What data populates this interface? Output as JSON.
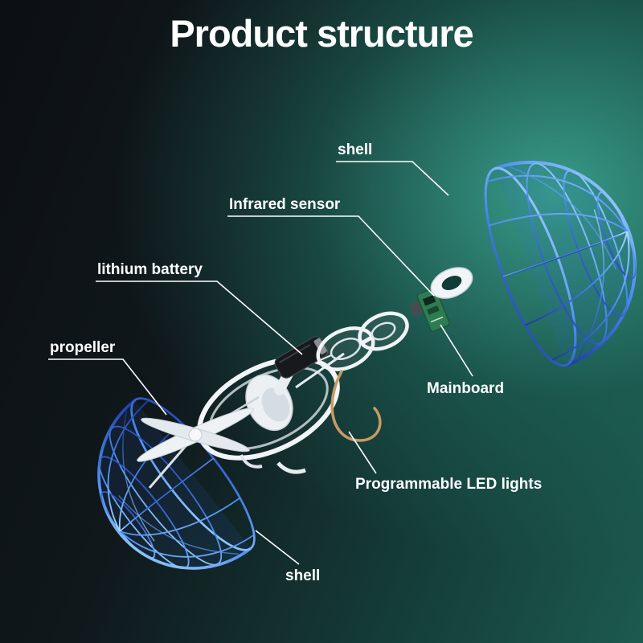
{
  "title": "Product structure",
  "labels": {
    "shell_top": "shell",
    "infrared_sensor": "Infrared sensor",
    "lithium_battery": "lithium battery",
    "propeller": "propeller",
    "mainboard": "Mainboard",
    "led_lights": "Programmable LED lights",
    "shell_bottom": "shell"
  },
  "colors": {
    "background_dark": "#0c0f13",
    "background_teal": "#2f8a7a",
    "shell_blue": "#3a7bff",
    "shell_blue_dark": "#1c3aa6",
    "shell_blue_light": "#aadcff",
    "text": "#ffffff",
    "leader_line": "#ffffff",
    "battery_black": "#17191d",
    "mainboard_green": "#2e7d52",
    "wire_orange": "#c79a63",
    "white_parts": "#f2f5f7"
  }
}
